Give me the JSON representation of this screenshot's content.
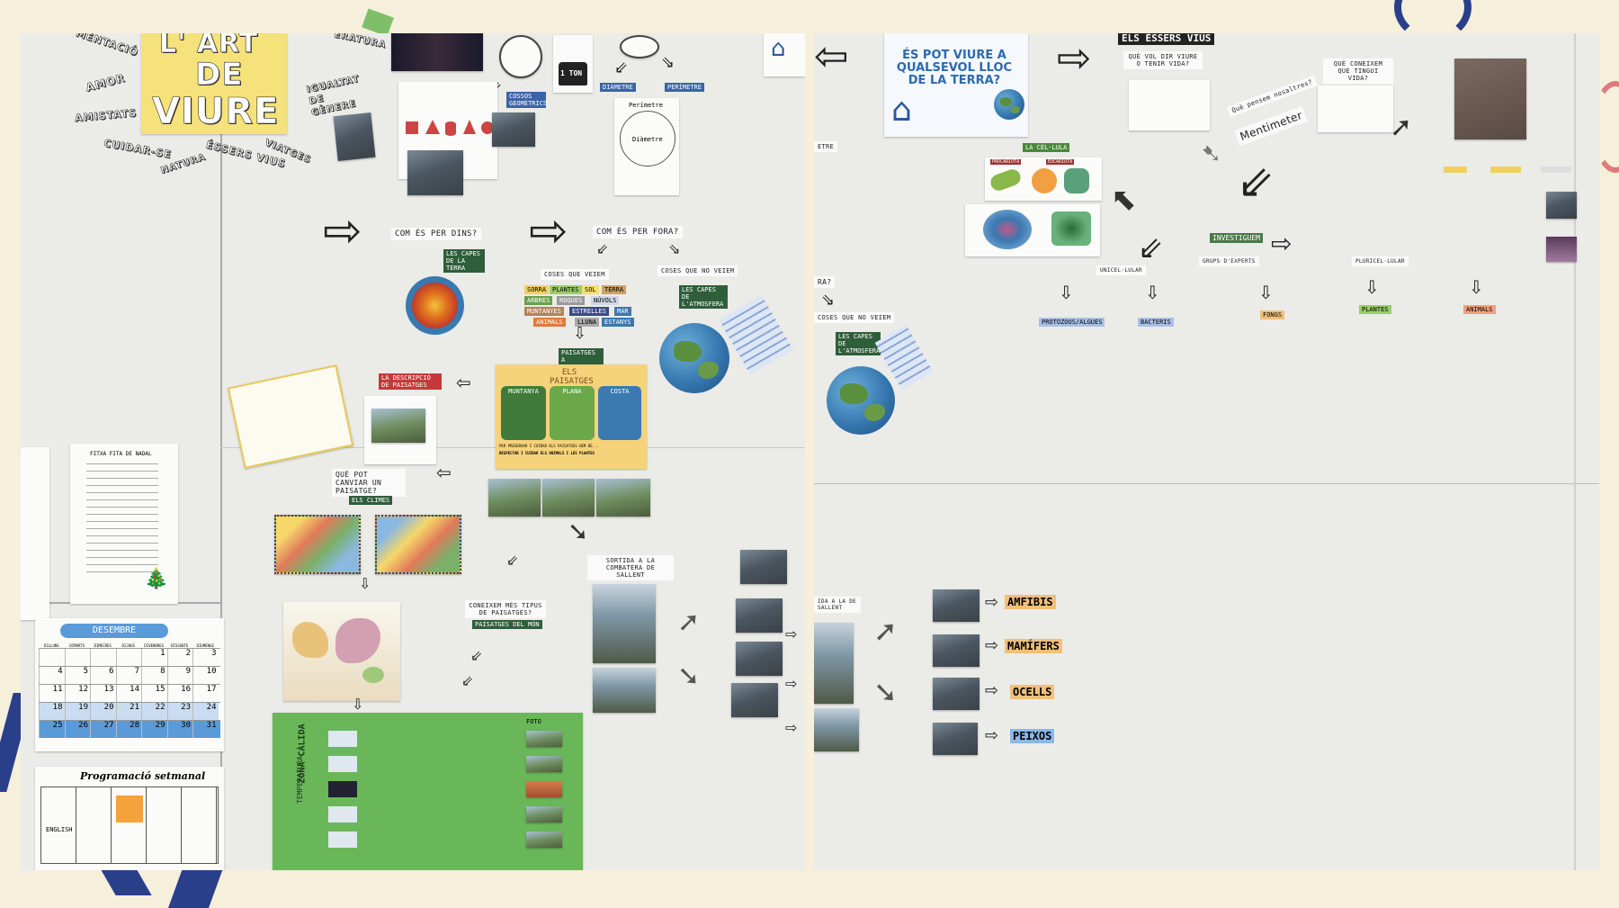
{
  "colors": {
    "background": "#f5efdc",
    "board": "#ebebe8",
    "poster_yellow": "#f6e27a",
    "poster_green": "#6ab75a",
    "tag_dark": "#2f5e3a",
    "tag_blue": "#3a64a8",
    "tag_red": "#c43a3a",
    "calendar_blue": "#5a9ad8"
  },
  "left": {
    "title": {
      "line1": "L' ART",
      "line2": "DE",
      "line3": "VIURE"
    },
    "words": [
      "MENTACIÓ",
      "AMOR",
      "AMISTATS",
      "CUIDAR-SE",
      "NATURA",
      "ÉSSERS VIUS",
      "VIATGES",
      "IGUALTAT DE GÈNERE",
      "ERATURA"
    ],
    "labels": {
      "ton": "1 TON",
      "cossos": "COSSOS GEOMÈTRICS",
      "diametre": "DIÀMETRE",
      "perimetre": "PERÍMETRE",
      "perimetre_card": "Perímetre",
      "diametre_card": "Diàmetre",
      "dins": "COM ÉS PER DINS?",
      "fora": "COM ÉS PER FORA?",
      "capes_terra": "LES CAPES DE LA TERRA",
      "coses_veiem": "COSES QUE VEIEM",
      "coses_no_veiem": "COSES QUE NO VEIEM",
      "capes_atm": "LES CAPES DE L'ATMOSFERA",
      "paisatges_cat": "PAISATGES A CATALUNYA",
      "descripcio": "LA DESCRIPCIÓ DE PAISATGES",
      "pot_canviar": "QUÈ POT CANVIAR UN PAISATGE?",
      "climes": "ELS CLIMES",
      "coneixem": "CONEIXEM MÉS TIPUS DE PAISATGES?",
      "paisatges_mon": "PAISATGES DEL MÓN",
      "sortida": "SORTIDA A LA COMBATERA DE SALLENT",
      "fitxa": "FITXA FITA DE NADAL",
      "desembre": "DESEMBRE",
      "programacio": "Programació setmanal",
      "english": "ENGLISH",
      "zona_calida": "ZONA CÀLIDA",
      "temperatura": "TEMPERATURA",
      "foto": "FOTO"
    },
    "paisatges_poster": {
      "title": "ELS PAISATGES",
      "cols": [
        "MUNTANYA",
        "PLANA",
        "COSTA"
      ],
      "footer1": "PER PRESERVAR I CUIDAR ELS PAISATGES HEM DE...",
      "footer2": "RESPECTAR I CUIDAR ELS ANIMALS I LES PLANTES"
    },
    "calendar": {
      "weekdays": [
        "DILLUNS",
        "DIMARTS",
        "DIMECRES",
        "DIJOUS",
        "DIVENDRES",
        "DISSABTE",
        "DIUMENGE"
      ],
      "rows": [
        [
          "",
          "",
          "",
          "",
          "1",
          "2",
          "3"
        ],
        [
          "4",
          "5",
          "6",
          "7",
          "8",
          "9",
          "10"
        ],
        [
          "11",
          "12",
          "13",
          "14",
          "15",
          "16",
          "17"
        ],
        [
          "18",
          "19",
          "20",
          "21",
          "22",
          "23",
          "24"
        ],
        [
          "25",
          "26",
          "27",
          "28",
          "29",
          "30",
          "31"
        ]
      ]
    },
    "coses_words": [
      "SORRA",
      "PLANTES",
      "SOL",
      "TERRA",
      "ARBRES",
      "ROQUES",
      "NÚVOLS",
      "MUNTANYES",
      "ESTRELLES",
      "MAR",
      "ANIMALS",
      "LLUNA",
      "ESTANYS"
    ]
  },
  "right": {
    "poster": "ÉS POT VIURE A QUALSEVOL LLOC DE LA TERRA?",
    "essers": "ELS ÉSSERS VIUS",
    "que_vol": "QUÈ VOL DIR VIURE O TENIR VIDA?",
    "que_pensem": "Què pensem nosaltres?",
    "mentimeter": "Mentimeter",
    "que_coneixem": "QUÈ CONEIXEM QUE TINGUI VIDA?",
    "cellula": "LA CÈL·LULA",
    "procariota": "PROCARIOTA",
    "eucariota": "EUCARIOTA",
    "investiguem": "INVESTIGUEM",
    "grups": "GRUPS D'EXPERTS",
    "unicel": "UNICEL·LULAR",
    "pluricel": "PLURICEL·LULAR",
    "grups_list": [
      "PROTOZOUS/ALGUES",
      "BACTERIS",
      "FONGS",
      "PLANTES",
      "ANIMALS"
    ],
    "coses_no_veiem": "COSES QUE NO VEIEM",
    "capes": "LES CAPES DE L'ATMOSFERA",
    "sortida": "IDA A LA DE SALLENT",
    "ra": "RA?",
    "etre": "ETRE",
    "animals": [
      "AMFIBIS",
      "MAMÍFERS",
      "OCELLS",
      "PEIXOS"
    ]
  }
}
